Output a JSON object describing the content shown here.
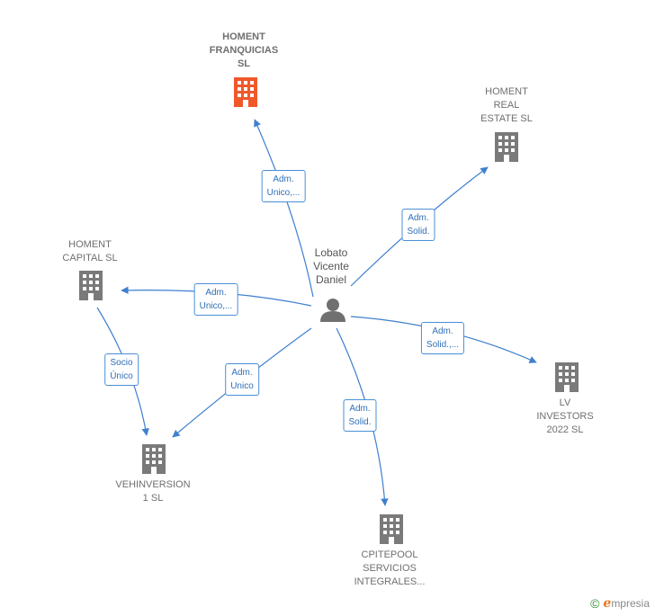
{
  "colors": {
    "edge": "#3f7fcf",
    "building": "#7a7a7a",
    "building_focus": "#f0582a",
    "person": "#707070"
  },
  "person": {
    "label": "Lobato\nVicente\nDaniel",
    "icon": "person-icon"
  },
  "companies": [
    {
      "id": "homent-franquicias",
      "label": "HOMENT\nFRANQUICIAS\nSL",
      "focus": true
    },
    {
      "id": "homent-real-estate",
      "label": "HOMENT\nREAL\nESTATE SL",
      "focus": false
    },
    {
      "id": "homent-capital",
      "label": "HOMENT\nCAPITAL SL",
      "focus": false
    },
    {
      "id": "lv-investors",
      "label": "LV\nINVESTORS\n2022 SL",
      "focus": false
    },
    {
      "id": "vehinversion",
      "label": "VEHINVERSION\n1 SL",
      "focus": false
    },
    {
      "id": "cpitepool",
      "label": "CPITEPOOL\nSERVICIOS\nINTEGRALES...",
      "focus": false
    }
  ],
  "edges": [
    {
      "id": "e-franquicias",
      "label": "Adm.\nUnico,..."
    },
    {
      "id": "e-real-estate",
      "label": "Adm.\nSolid."
    },
    {
      "id": "e-capital",
      "label": "Adm.\nUnico,..."
    },
    {
      "id": "e-lv",
      "label": "Adm.\nSolid.,..."
    },
    {
      "id": "e-vehinversion",
      "label": "Adm.\nUnico"
    },
    {
      "id": "e-cpitepool",
      "label": "Adm.\nSolid."
    },
    {
      "id": "e-capital-veh",
      "label": "Socio\nÚnico"
    }
  ],
  "brand": {
    "copyright": "©",
    "initial": "e",
    "name": "mpresia"
  }
}
